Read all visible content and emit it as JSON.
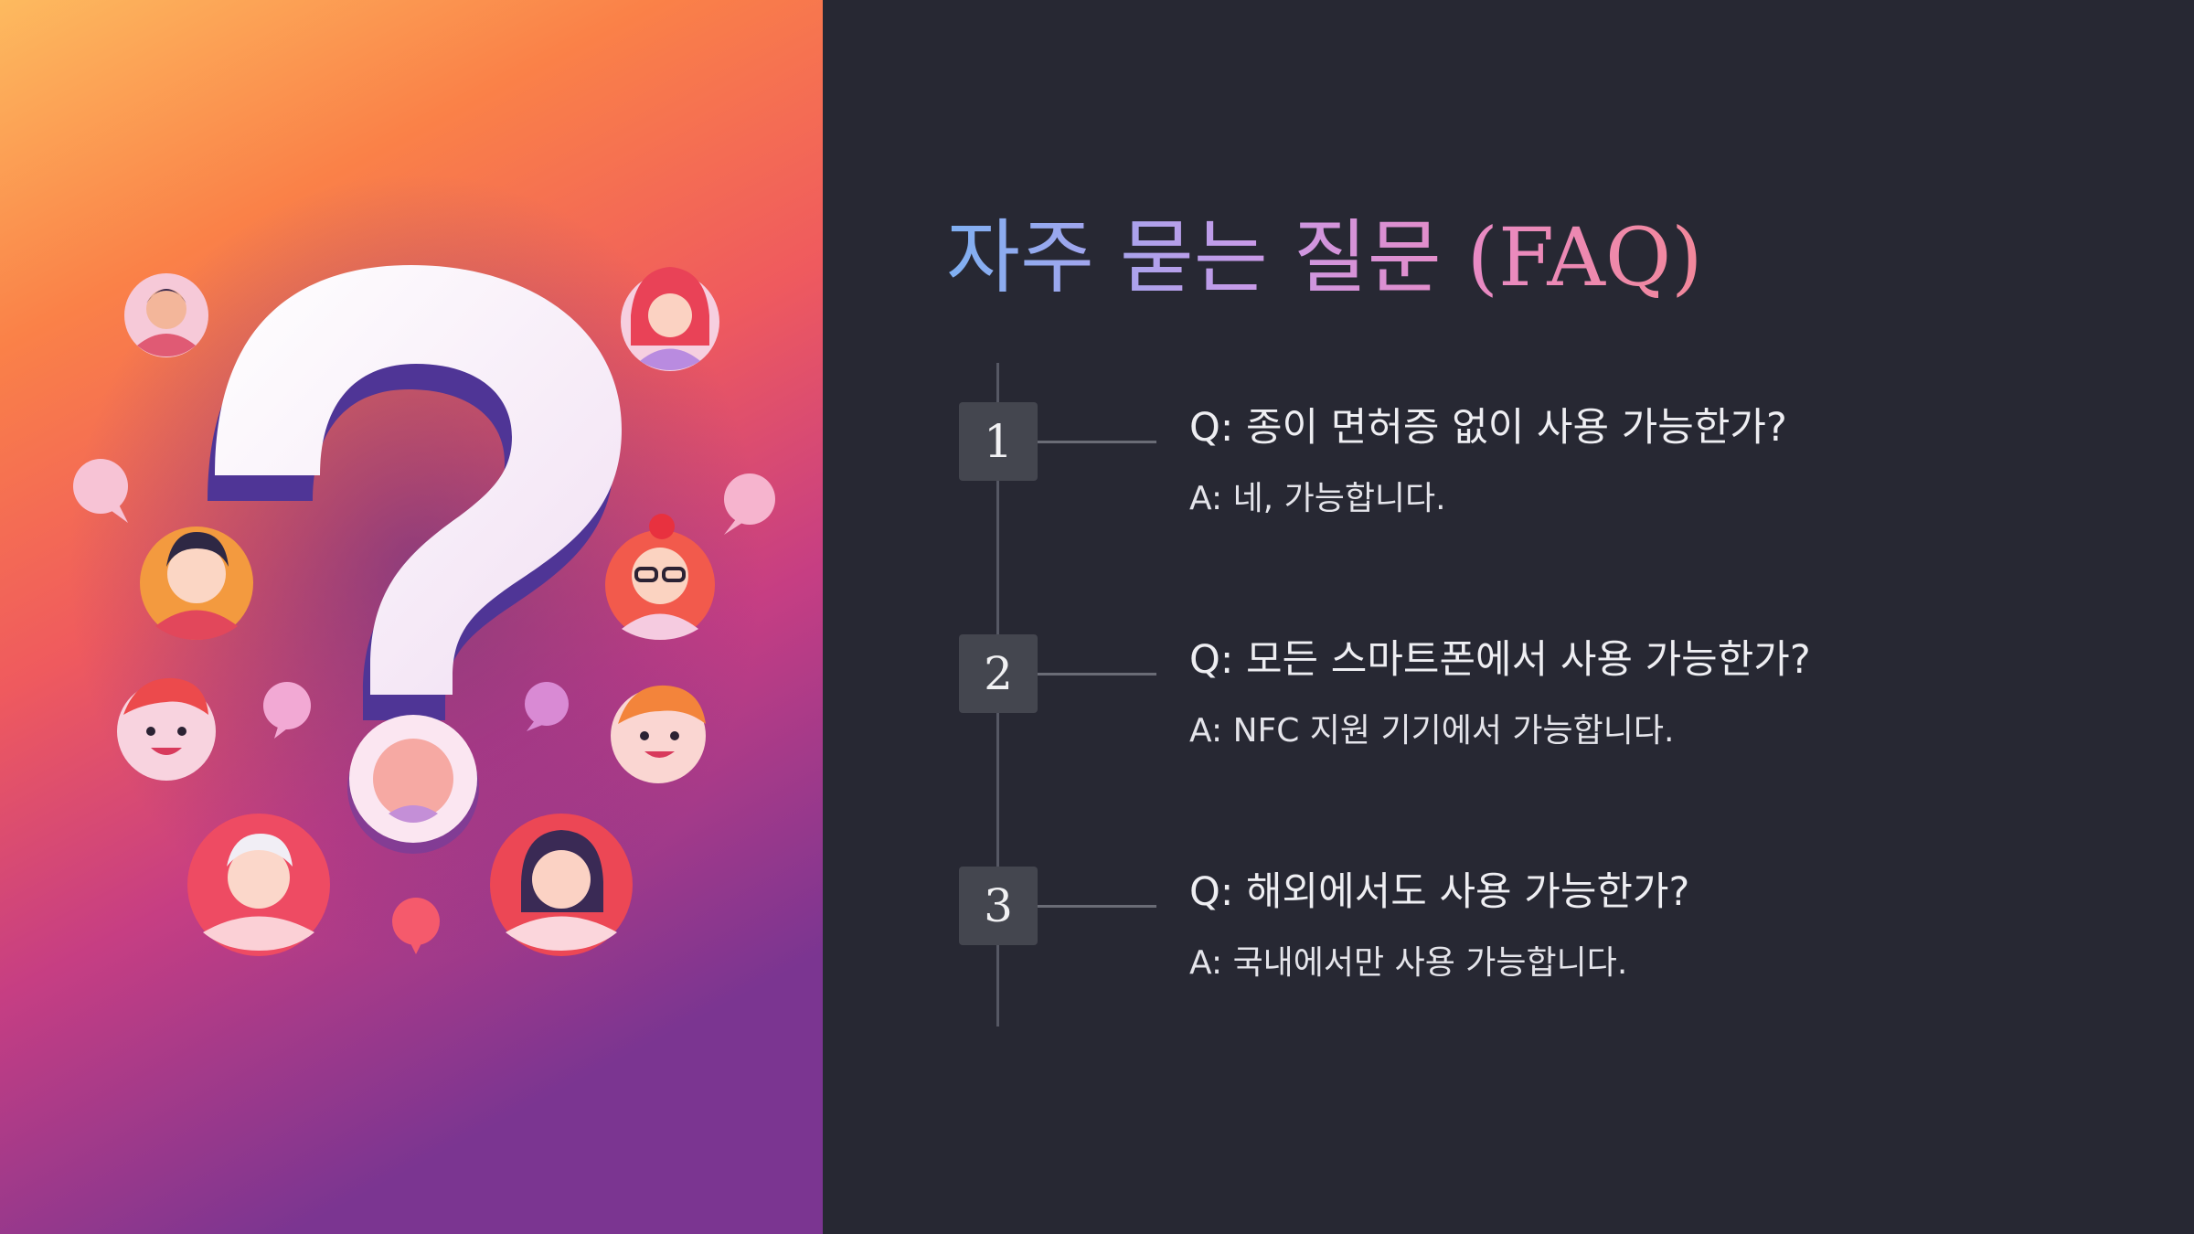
{
  "slide": {
    "title": "자주 묻는 질문 (FAQ)",
    "items": [
      {
        "number": "1",
        "question": "Q: 종이 면허증 없이 사용 가능한가?",
        "answer": "A: 네, 가능합니다."
      },
      {
        "number": "2",
        "question": "Q: 모든 스마트폰에서 사용 가능한가?",
        "answer": "A: NFC 지원 기기에서 가능합니다."
      },
      {
        "number": "3",
        "question": "Q: 해외에서도 사용 가능한가?",
        "answer": "A: 국내에서만 사용 가능합니다."
      }
    ]
  },
  "colors": {
    "background": "#272833",
    "number_box": "#44464f",
    "timeline": "#565864"
  },
  "icons": [
    "question-mark-icon",
    "avatar-icon",
    "speech-bubble-icon"
  ]
}
